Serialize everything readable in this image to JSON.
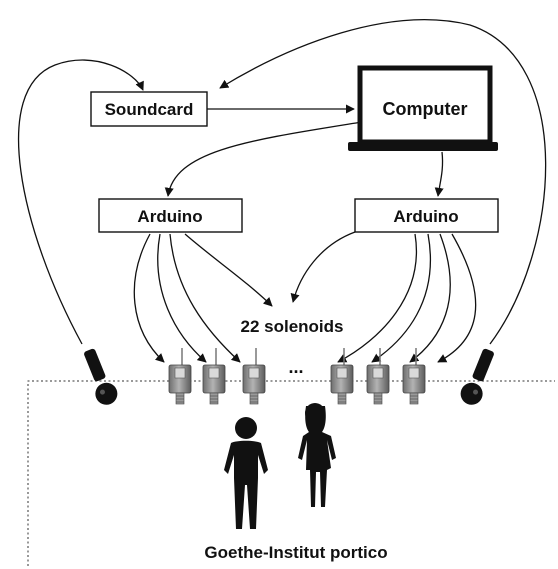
{
  "nodes": {
    "soundcard": "Soundcard",
    "computer": "Computer",
    "arduino_left": "Arduino",
    "arduino_right": "Arduino"
  },
  "solenoids": {
    "label": "22 solenoids",
    "ellipsis": "..."
  },
  "venue": {
    "label": "Goethe-Institut portico"
  },
  "icons": {
    "microphone": "microphone-icon",
    "solenoid": "solenoid-icon",
    "person": "person-silhouette-icon",
    "laptop": "laptop-icon"
  },
  "colors": {
    "ink": "#111111",
    "solenoid_body": "#8f8f8f",
    "solenoid_dark": "#5f5f5f"
  }
}
